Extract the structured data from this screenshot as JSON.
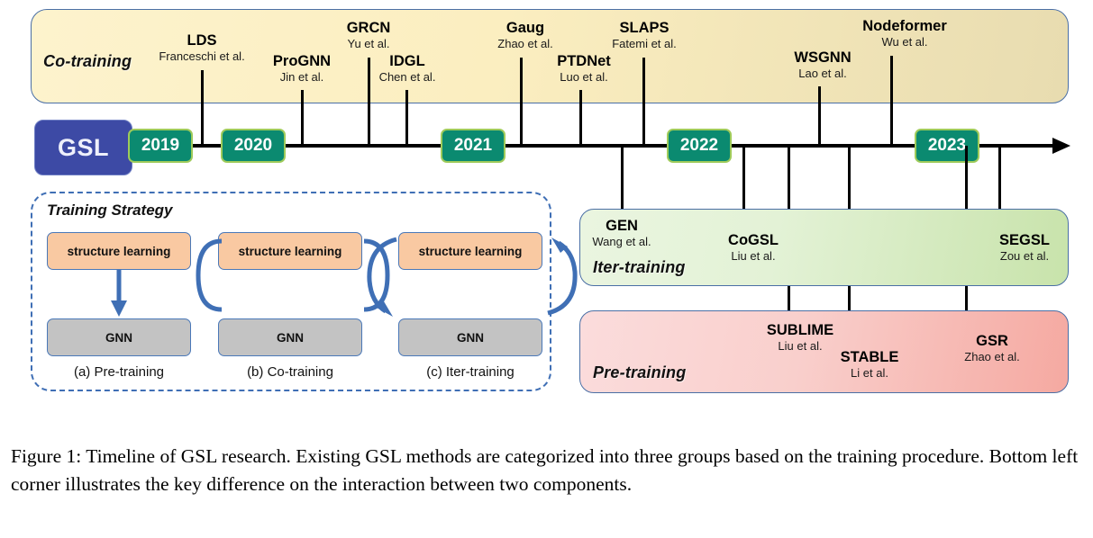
{
  "figure": {
    "caption": "Figure 1: Timeline of GSL research. Existing GSL methods are categorized into three groups based on the training procedure. Bottom left corner illustrates the key difference on the interaction between two components."
  },
  "timeline": {
    "root_label": "GSL",
    "years": [
      "2019",
      "2020",
      "2021",
      "2022",
      "2023"
    ],
    "colors": {
      "root_box": "#3d4aa5",
      "year_box": "#0b8a70",
      "year_border": "#9fcb5a",
      "cotraining_band": "#fbeec0",
      "itertraining_band": "#dcefc6",
      "pretraining_band": "#f9cfcc",
      "band_border": "#4a6fa5",
      "axis": "#000000"
    }
  },
  "bands": {
    "cotraining": {
      "label": "Co-training",
      "methods": [
        {
          "name": "LDS",
          "authors": "Franceschi et al."
        },
        {
          "name": "ProGNN",
          "authors": "Jin et al."
        },
        {
          "name": "GRCN",
          "authors": "Yu et al."
        },
        {
          "name": "IDGL",
          "authors": "Chen et al."
        },
        {
          "name": "Gaug",
          "authors": "Zhao et al."
        },
        {
          "name": "PTDNet",
          "authors": "Luo et al."
        },
        {
          "name": "SLAPS",
          "authors": "Fatemi et al."
        },
        {
          "name": "WSGNN",
          "authors": "Lao et al."
        },
        {
          "name": "Nodeformer",
          "authors": "Wu et al."
        }
      ]
    },
    "itertraining": {
      "label": "Iter-training",
      "methods": [
        {
          "name": "GEN",
          "authors": "Wang et al."
        },
        {
          "name": "CoGSL",
          "authors": "Liu et al."
        },
        {
          "name": "SEGSL",
          "authors": "Zou et al."
        }
      ]
    },
    "pretraining": {
      "label": "Pre-training",
      "methods": [
        {
          "name": "SUBLIME",
          "authors": "Liu et al."
        },
        {
          "name": "STABLE",
          "authors": "Li et al."
        },
        {
          "name": "GSR",
          "authors": "Zhao et al."
        }
      ]
    }
  },
  "training_strategy": {
    "title": "Training Strategy",
    "box_labels": {
      "structure": "structure learning",
      "gnn": "GNN"
    },
    "panels": [
      {
        "caption": "(a) Pre-training",
        "structure": "structure learning",
        "gnn": "GNN"
      },
      {
        "caption": "(b) Co-training",
        "structure": "structure learning",
        "gnn": "GNN"
      },
      {
        "caption": "(c) Iter-training",
        "structure": "structure learning",
        "gnn": "GNN"
      }
    ]
  }
}
